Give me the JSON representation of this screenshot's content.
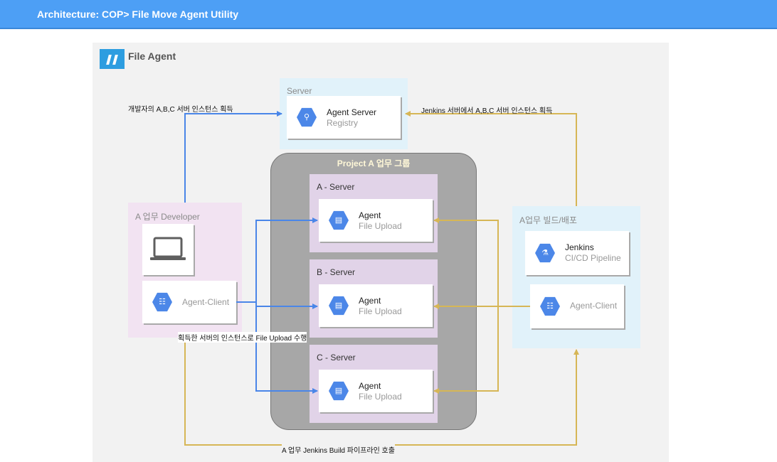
{
  "header": {
    "title": "Architecture: COP> File Move Agent Utility"
  },
  "diagram": {
    "title": "File Agent",
    "server_zone": {
      "label": "Server",
      "card": {
        "title": "Agent Server",
        "subtitle": "Registry",
        "icon": "search-icon"
      }
    },
    "project": {
      "title": "Project A 업무 그룹",
      "servers": [
        {
          "label": "A - Server",
          "agent": {
            "title": "Agent",
            "subtitle": "File Upload",
            "icon": "storage-icon"
          }
        },
        {
          "label": "B - Server",
          "agent": {
            "title": "Agent",
            "subtitle": "File Upload",
            "icon": "storage-icon"
          }
        },
        {
          "label": "C - Server",
          "agent": {
            "title": "Agent",
            "subtitle": "File Upload",
            "icon": "storage-icon"
          }
        }
      ]
    },
    "developer_zone": {
      "label": "A 업무 Developer",
      "laptop_icon": "laptop-icon",
      "client": {
        "label": "Agent-Client",
        "icon": "network-icon"
      }
    },
    "build_zone": {
      "label": "A업무 빌드/배포",
      "jenkins": {
        "title": "Jenkins",
        "subtitle": "CI/CD Pipeline",
        "icon": "flask-icon"
      },
      "client": {
        "label": "Agent-Client",
        "icon": "network-icon"
      }
    },
    "edges": {
      "dev_to_server": "개발자의 A,B,C 서버 인스턴스 획득",
      "jenkins_to_server": "Jenkins 서버에서 A,B,C 서버 인스턴스 획득",
      "upload": "획득한 서버의 인스턴스로 File Upload  수행",
      "build_call": "A 업무 Jenkins Build 파이프라인 호출"
    },
    "colors": {
      "dev_flow": "#4a86e8",
      "build_flow": "#d6b656",
      "header": "#4d9ff5",
      "icon": "#4c87e8"
    }
  }
}
